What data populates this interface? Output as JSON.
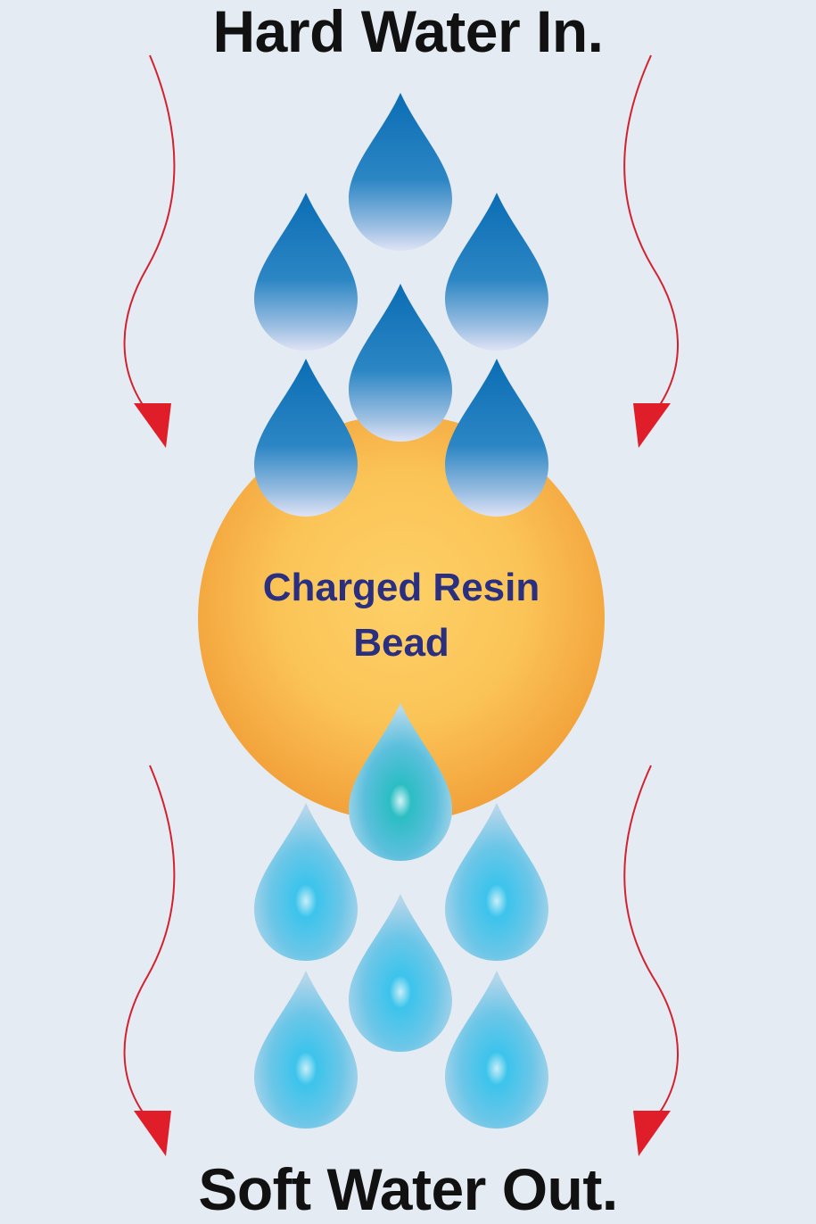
{
  "header": {
    "title": "Hard Water In."
  },
  "footer": {
    "title": "Soft Water Out."
  },
  "bead": {
    "label_line1": "Charged Resin",
    "label_line2": "Bead"
  },
  "colors": {
    "background": "#e4ebf2",
    "bead_outer": "#f2a63a",
    "bead_inner": "#fdd067",
    "hard_drop_top": "#0b6db4",
    "hard_drop_bottom": "#dfe3f5",
    "soft_drop_center": "#2fc0ea",
    "soft_drop_edge": "#b6d6ea",
    "arrow": "#d42130",
    "label_text": "#2a2f80"
  }
}
